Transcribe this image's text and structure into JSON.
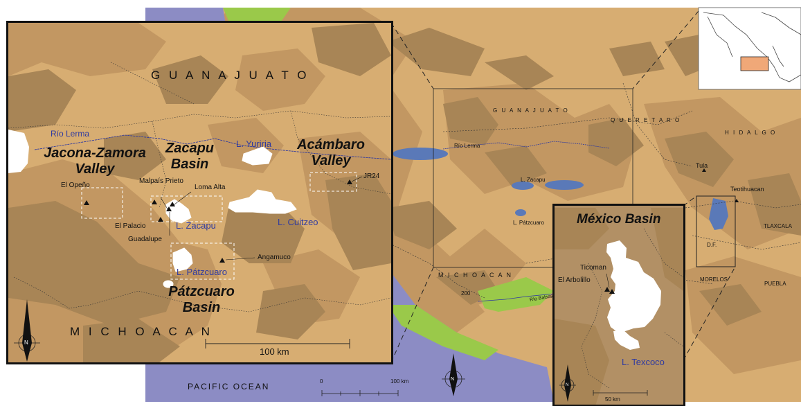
{
  "inset_left": {
    "states": {
      "north": "G U A N A J U A T O",
      "south": "M I C H O A C A N"
    },
    "river": "Río Lerma",
    "basins": {
      "jacona": [
        "Jacona-Zamora",
        "Valley"
      ],
      "zacapu": [
        "Zacapu",
        "Basin"
      ],
      "acambaro": [
        "Acámbaro",
        "Valley"
      ],
      "patzcuaro": [
        "Pátzcuaro",
        "Basin"
      ]
    },
    "lakes": {
      "yuriria": "L. Yuriria",
      "zacapu": "L. Zacapu",
      "cuitzeo": "L. Cuitzeo",
      "patzcuaro": "L. Pátzcuaro"
    },
    "sites": {
      "el_openo": "El Opeño",
      "malpais_prieto": "Malpaís Prieto",
      "loma_alta": "Loma Alta",
      "el_palacio": "El Palacio",
      "guadalupe": "Guadalupe",
      "angamuco": "Angamuco",
      "jr24": "JR24"
    },
    "scale_label": "100 km",
    "north_label": "N"
  },
  "main_map": {
    "ocean": "PACIFIC OCEAN",
    "states": {
      "guanajuato": "G U A N A J U A T O",
      "queretaro": "Q U E R E T A R O",
      "hidalgo": "H I D A L G O",
      "michoacan": "M I C H O A C A N",
      "tlaxcala": "TLAXCALA",
      "morelos": "MORELOS",
      "puebla": "PUEBLA",
      "df": "D.F."
    },
    "places": {
      "tula": "Tula",
      "teotihuacan": "Teotihuacan"
    },
    "lakes": {
      "zacapu": "L. Zacapu",
      "patzcuaro": "L. Pátzcuaro"
    },
    "rivers": {
      "lerma": "Río Lerma",
      "balsas": "Río Balsas"
    },
    "elevation": "200",
    "scale": {
      "zero": "0",
      "end": "100 km"
    },
    "north_label": "N"
  },
  "inset_right": {
    "title": "México Basin",
    "sites": {
      "ticoman": "Ticoman",
      "el_arbolillo": "El Arbolillo"
    },
    "lake": "L. Texcoco",
    "scale_label": "50 km",
    "north_label": "N"
  },
  "colors": {
    "terrain_light": "#d7ad72",
    "terrain_mid": "#c29762",
    "terrain_dark": "#a88556",
    "ocean": "#8c8cc4",
    "lake_main": "#5a79b8",
    "lowland_green": "#9ac94a",
    "label_blue": "#2f3aa0"
  }
}
